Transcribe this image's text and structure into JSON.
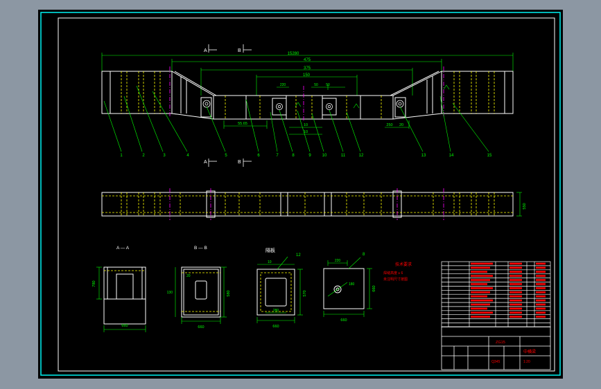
{
  "colors": {
    "background": "#000000",
    "frame": "#ffffff",
    "border": "#00e5e5",
    "outline": "#ffffff",
    "dimension": "#00ff00",
    "hidden": "#ffff00",
    "center": "#ff00ff",
    "note": "#ff0000"
  },
  "section_marks": {
    "a_top": "A",
    "b_top": "B",
    "a_bottom": "A",
    "b_bottom": "B"
  },
  "dimensions": {
    "overall": "15280",
    "d1": "475",
    "d2": "375",
    "d3": "150",
    "d_220": "220",
    "d_50a": "50",
    "d_50b": "50",
    "d_55": "55.65",
    "d_m1": "10",
    "d_m2": "10",
    "d_250": "250",
    "d_20": "20",
    "plan_height": "550"
  },
  "balloons": [
    "1",
    "2",
    "3",
    "4",
    "5",
    "6",
    "7",
    "8",
    "9",
    "10",
    "11",
    "12",
    "13",
    "14",
    "15"
  ],
  "sections": {
    "aa_title": "A — A",
    "aa_w": "660",
    "aa_h": "780",
    "bb_title": "B — B",
    "bb_w": "660",
    "bb_20": "20",
    "bb_130": "130",
    "bb_h": "580",
    "plate_title": "隔板",
    "plate_ref": "12",
    "plate_top": "10",
    "plate_inner": "280",
    "plate_w": "660",
    "plate_h": "570",
    "end_ref": "8",
    "end_220": "220",
    "end_180": "180",
    "end_w": "660",
    "end_h": "660"
  },
  "notes": {
    "title": "技术要求",
    "line1": "焊缝高度 ≥ 6",
    "line2": "未注明尺寸按图"
  },
  "title_block": {
    "drawing_no": "ZG15",
    "name": "中横梁",
    "scale": "1:20",
    "material": "Q345"
  }
}
